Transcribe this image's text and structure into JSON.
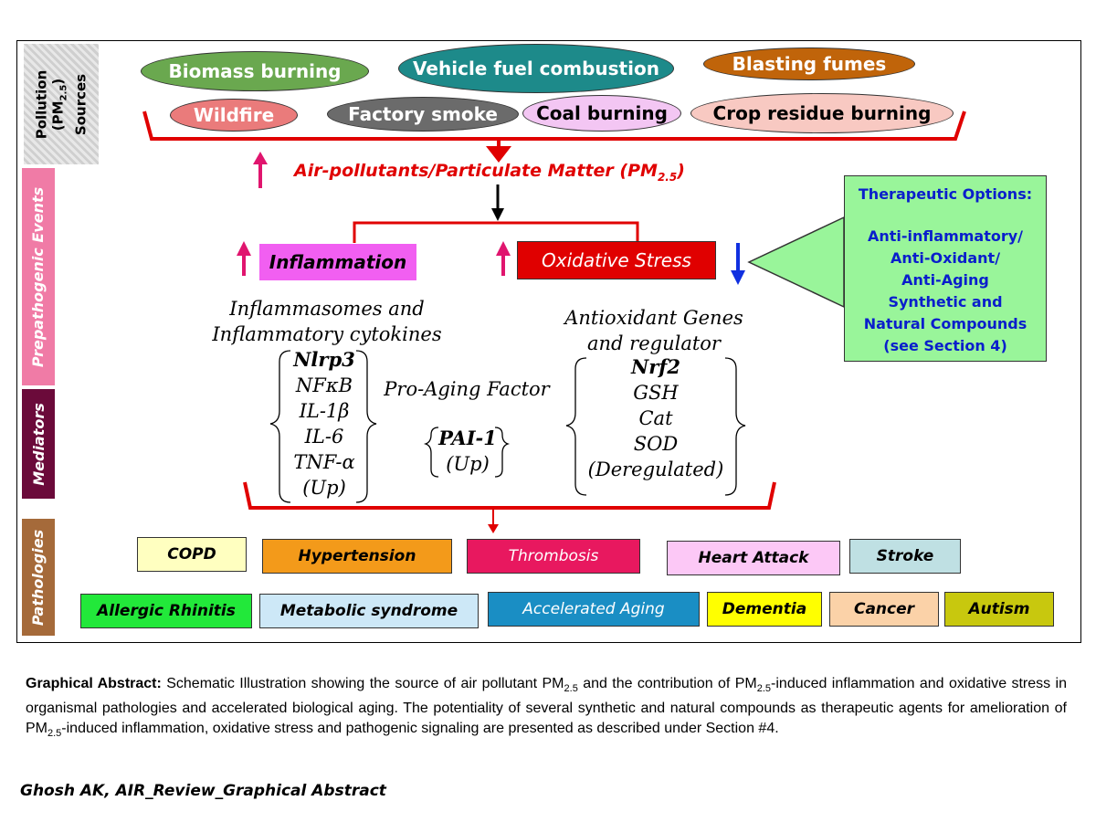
{
  "sidebars": {
    "pollution": "Pollution (PM2.5) Sources",
    "pollution_line1": "Pollution",
    "pollution_line2_pre": "(PM",
    "pollution_line2_sub": "2.5",
    "pollution_line2_post": ")",
    "pollution_line3": "Sources",
    "prepathogenic": "Prepathogenic Events",
    "mediators": "Mediators",
    "pathologies": "Pathologies"
  },
  "sources": [
    {
      "label": "Biomass burning",
      "color": "#6aa84f"
    },
    {
      "label": "Vehicle fuel combustion",
      "color": "#1d8a8a"
    },
    {
      "label": "Blasting fumes",
      "color": "#c0640a"
    },
    {
      "label": "Wildfire",
      "color": "#ea7b7b"
    },
    {
      "label": "Factory smoke",
      "color": "#6b6b6b"
    },
    {
      "label": "Coal burning",
      "color": "#f3c6f3"
    },
    {
      "label": "Crop residue burning",
      "color": "#f8c9c2"
    }
  ],
  "pm": {
    "prefix": "Air-pollutants/Particulate Matter (PM",
    "sub": "2.5",
    "suffix": ")"
  },
  "events": {
    "inflammation": "Inflammation",
    "oxidative_stress": "Oxidative Stress"
  },
  "therapeutic": {
    "title": "Therapeutic Options:",
    "lines": [
      "Anti-inflammatory/",
      "Anti-Oxidant/",
      "Anti-Aging",
      "Synthetic and",
      "Natural Compounds",
      "(see Section 4)"
    ]
  },
  "mediators": {
    "inflam_heading_1": "Inflammasomes and",
    "inflam_heading_2": "Inflammatory cytokines",
    "inflam_items": [
      "Nlrp3",
      "NFκB",
      "IL-1β",
      "IL-6",
      "TNF-α",
      "(Up)"
    ],
    "aging_heading": "Pro-Aging Factor",
    "aging_items": [
      "PAI-1",
      "(Up)"
    ],
    "antiox_heading_1": "Antioxidant Genes",
    "antiox_heading_2": "and regulator",
    "antiox_items": [
      "Nrf2",
      "GSH",
      "Cat",
      "SOD",
      "(Deregulated)"
    ]
  },
  "pathologies_row1": [
    {
      "label": "COPD",
      "color": "#ffffc0",
      "text_color": "#000000"
    },
    {
      "label": "Hypertension",
      "color": "#f39a1a",
      "text_color": "#000000"
    },
    {
      "label": "Thrombosis",
      "color": "#e8185f",
      "text_color": "#ffffff"
    },
    {
      "label": "Heart Attack",
      "color": "#fcc8f6",
      "text_color": "#000000"
    },
    {
      "label": "Stroke",
      "color": "#bfe0e3",
      "text_color": "#000000"
    }
  ],
  "pathologies_row2": [
    {
      "label": "Allergic Rhinitis",
      "color": "#22e83a",
      "text_color": "#000000"
    },
    {
      "label": "Metabolic syndrome",
      "color": "#cde8f7",
      "text_color": "#000000"
    },
    {
      "label": "Accelerated Aging",
      "color": "#1a8ec4",
      "text_color": "#ffffff"
    },
    {
      "label": "Dementia",
      "color": "#ffff00",
      "text_color": "#000000"
    },
    {
      "label": "Cancer",
      "color": "#fbd2a8",
      "text_color": "#000000"
    },
    {
      "label": "Autism",
      "color": "#c8c80e",
      "text_color": "#000000"
    }
  ],
  "caption": {
    "lead": "Graphical Abstract:",
    "t1": " Schematic Illustration showing the source of air pollutant PM",
    "s1": "2.5",
    "t2": " and the contribution of PM",
    "s2": "2.5",
    "t3": "-induced inflammation and oxidative stress in organismal pathologies and accelerated biological aging. The potentiality of several synthetic and natural compounds as therapeutic agents for amelioration of PM",
    "s3": "2.5",
    "t4": "-induced inflammation, oxidative stress and pathogenic signaling are presented as described under Section #4."
  },
  "credit": "Ghosh AK, AIR_Review_Graphical Abstract",
  "colors": {
    "red_line": "#e00000",
    "pink_arrow": "#e0156e",
    "blue_arrow": "#1030e0",
    "therapeutic_bg": "#99f59a",
    "therapeutic_text": "#0a1ecc",
    "inflammation_bg": "#f15ff1",
    "oxidative_bg": "#e00000",
    "pm_text": "#e00000"
  }
}
